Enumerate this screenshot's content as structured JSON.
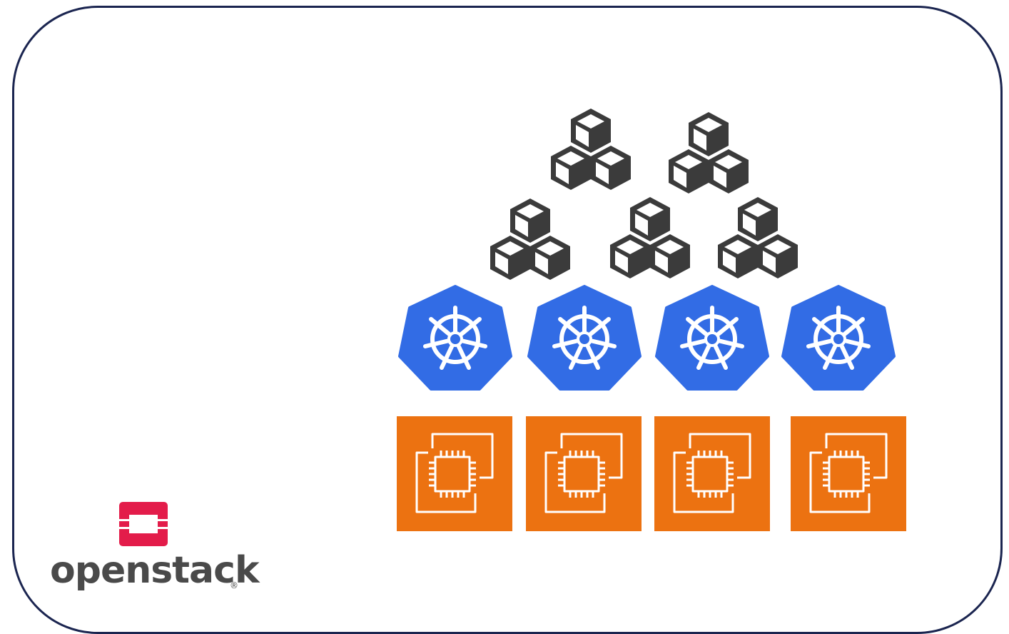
{
  "brand": {
    "name": "openstack",
    "registered_mark": "®",
    "color_mark": "#e31c4a",
    "color_text": "#4a4a4a"
  },
  "layers": {
    "containers": {
      "icon": "cubes-icon",
      "count": 5,
      "color": "#3b3b3b"
    },
    "kubernetes": {
      "icon": "kubernetes-wheel-icon",
      "count": 4,
      "color": "#326ce5"
    },
    "instances": {
      "icon": "cpu-instance-icon",
      "count": 4,
      "color": "#ec7211"
    }
  },
  "frame": {
    "border_color": "#1b2550"
  }
}
